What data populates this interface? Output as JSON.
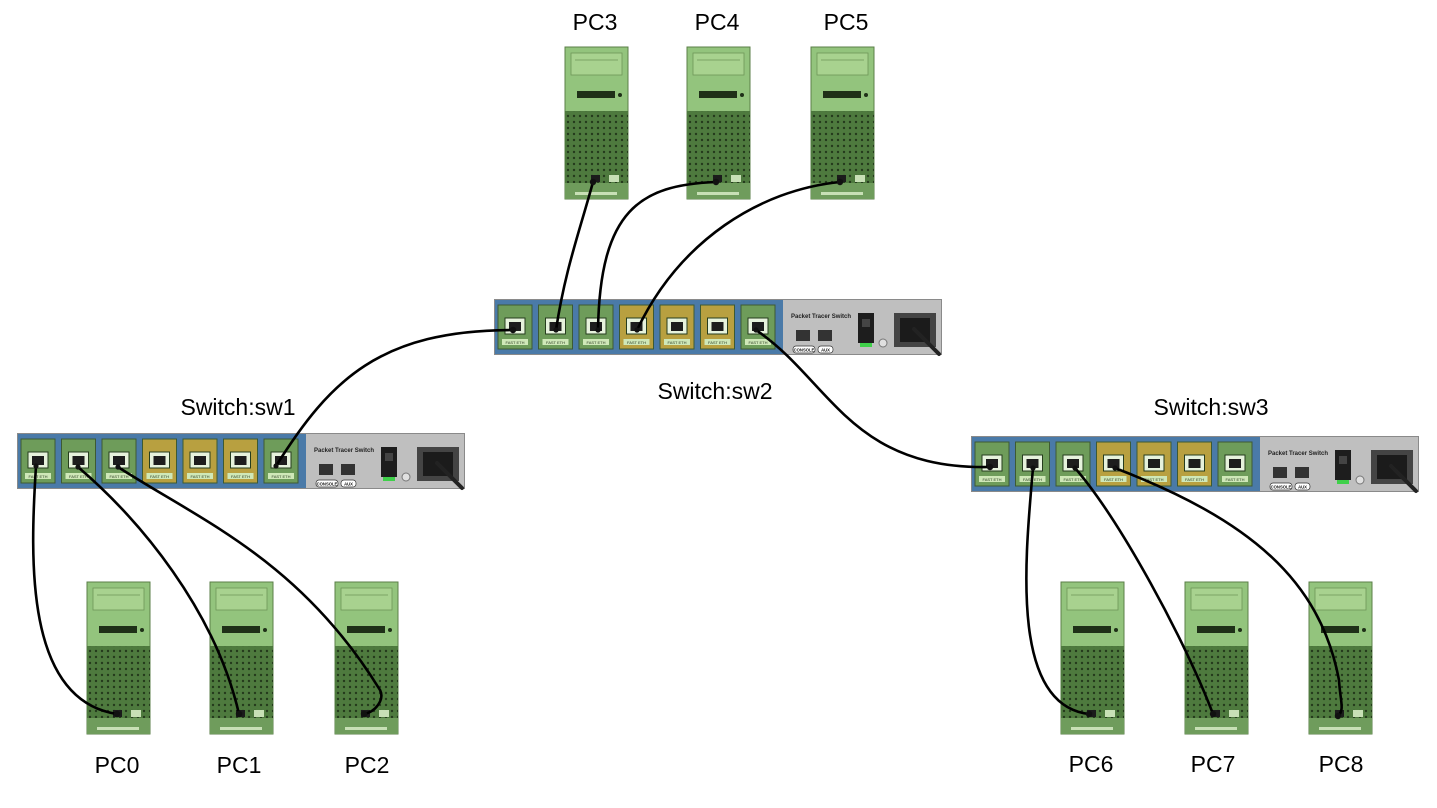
{
  "switches": [
    {
      "id": "sw1",
      "label": "Switch:sw1",
      "brand": "Packet Tracer Switch",
      "console_label": "CONSOLE",
      "aux_label": "AUX",
      "port_label": "FAST ETH"
    },
    {
      "id": "sw2",
      "label": "Switch:sw2",
      "brand": "Packet Tracer Switch",
      "console_label": "CONSOLE",
      "aux_label": "AUX",
      "port_label": "FAST ETH"
    },
    {
      "id": "sw3",
      "label": "Switch:sw3",
      "brand": "Packet Tracer Switch",
      "console_label": "CONSOLE",
      "aux_label": "AUX",
      "port_label": "FAST ETH"
    }
  ],
  "pcs": [
    {
      "id": "pc0",
      "label": "PC0"
    },
    {
      "id": "pc1",
      "label": "PC1"
    },
    {
      "id": "pc2",
      "label": "PC2"
    },
    {
      "id": "pc3",
      "label": "PC3"
    },
    {
      "id": "pc4",
      "label": "PC4"
    },
    {
      "id": "pc5",
      "label": "PC5"
    },
    {
      "id": "pc6",
      "label": "PC6"
    },
    {
      "id": "pc7",
      "label": "PC7"
    },
    {
      "id": "pc8",
      "label": "PC8"
    }
  ],
  "links": [
    {
      "from": "sw1",
      "to": "pc0"
    },
    {
      "from": "sw1",
      "to": "pc1"
    },
    {
      "from": "sw1",
      "to": "pc2"
    },
    {
      "from": "sw1",
      "to": "sw2"
    },
    {
      "from": "sw2",
      "to": "pc3"
    },
    {
      "from": "sw2",
      "to": "pc4"
    },
    {
      "from": "sw2",
      "to": "pc5"
    },
    {
      "from": "sw2",
      "to": "sw3"
    },
    {
      "from": "sw3",
      "to": "pc6"
    },
    {
      "from": "sw3",
      "to": "pc7"
    },
    {
      "from": "sw3",
      "to": "pc8"
    }
  ],
  "colors": {
    "switch_body": "#4a7aa8",
    "switch_panel": "#bfbfbf",
    "port_green": "#6e9c5a",
    "port_yellow": "#b8a040",
    "pc_light": "#93c47d",
    "pc_dark": "#4f7a3f",
    "cable": "#000000"
  }
}
